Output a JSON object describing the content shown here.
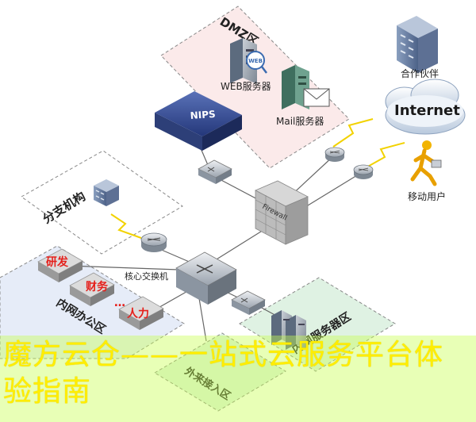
{
  "zones": {
    "dmz": "DMZ区",
    "branch": "分支机构",
    "office": "内网办公区",
    "server": "内网服务器区",
    "guest": "外来接入区"
  },
  "nodes": {
    "web_server": "WEB服务器",
    "web_badge": "WEB",
    "mail_server": "Mail服务器",
    "nips": "NIPS",
    "partner": "合作伙伴",
    "internet": "Internet",
    "mobile_user": "移动用户",
    "core_switch": "核心交换机",
    "firewall": "Firewall"
  },
  "departments": [
    "研发",
    "财务",
    "人力"
  ],
  "dept_ellipsis": "…",
  "banner": {
    "text": "魔方云仓——一站式云服务平台体验指南",
    "color": "#ffee00"
  }
}
